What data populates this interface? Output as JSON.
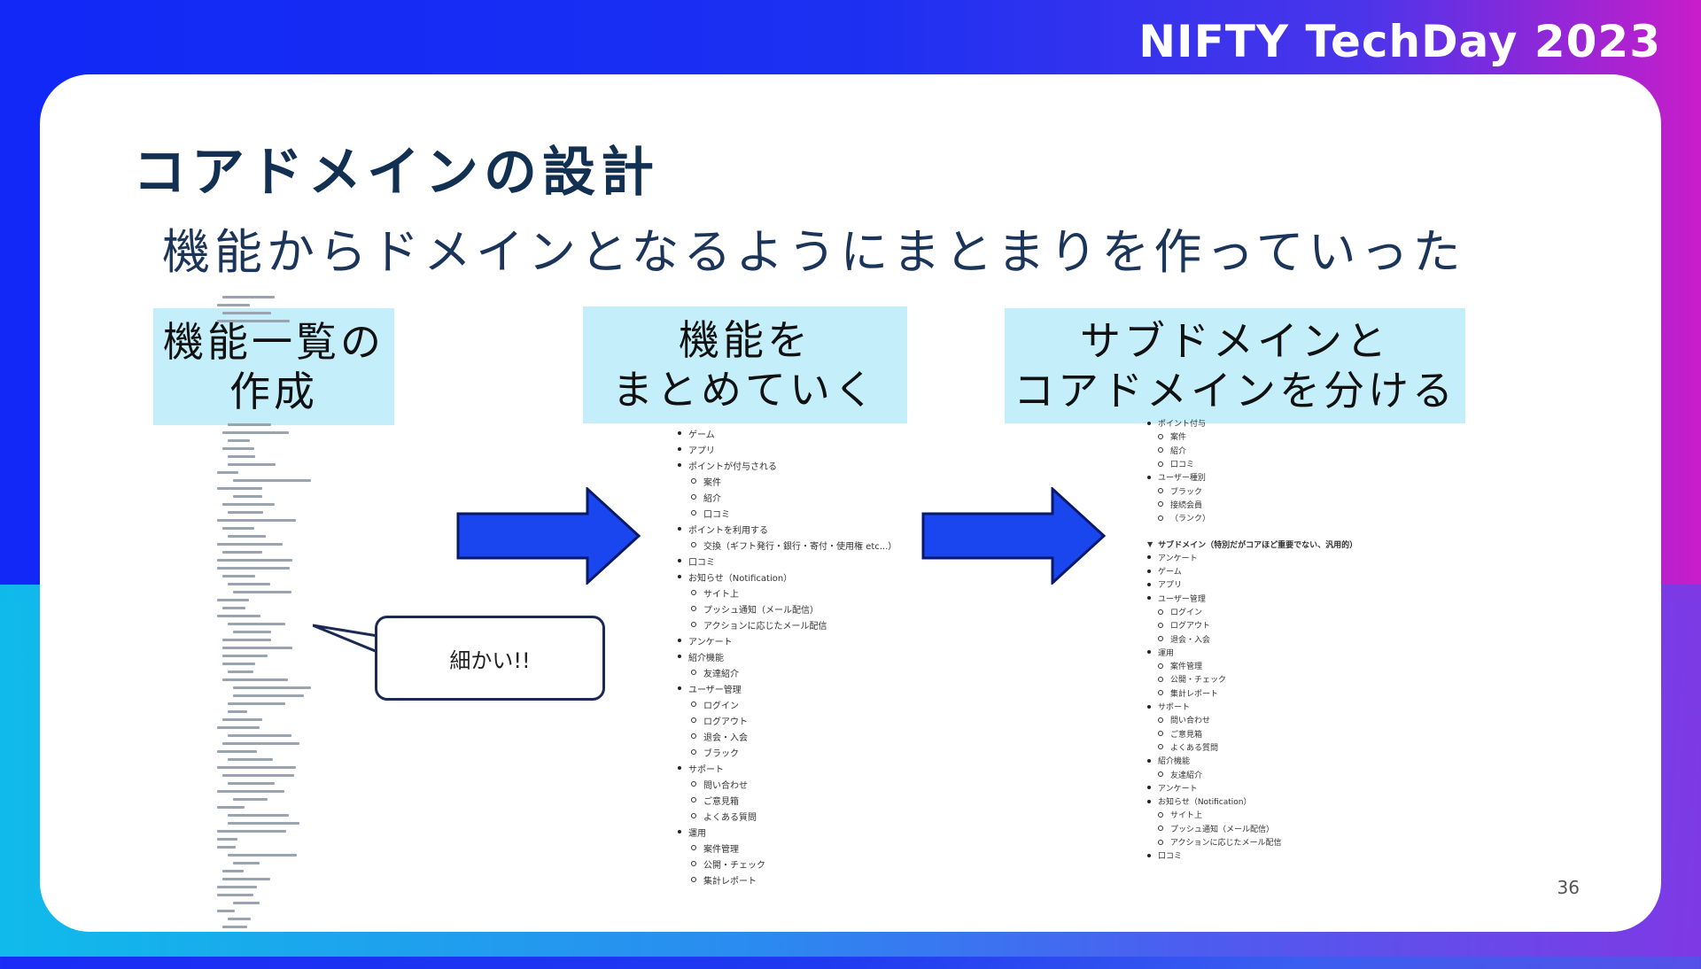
{
  "brand": "NIFTY TechDay 2023",
  "title": "コアドメインの設計",
  "subtitle": "機能からドメインとなるようにまとまりを作っていった",
  "steps": [
    {
      "label": "機能一覧の\n作成"
    },
    {
      "label": "機能を\nまとめていく"
    },
    {
      "label": "サブドメインと\nコアドメインを分ける"
    }
  ],
  "bubble": "細かい!!",
  "page_number": "36",
  "middle_list": [
    {
      "text": "ゲーム",
      "level": 0
    },
    {
      "text": "アプリ",
      "level": 0
    },
    {
      "text": "ポイントが付与される",
      "level": 0
    },
    {
      "text": "案件",
      "level": 1
    },
    {
      "text": "紹介",
      "level": 1
    },
    {
      "text": "口コミ",
      "level": 1
    },
    {
      "text": "ポイントを利用する",
      "level": 0
    },
    {
      "text": "交換（ギフト発行・銀行・寄付・使用権 etc...）",
      "level": 1
    },
    {
      "text": "口コミ",
      "level": 0
    },
    {
      "text": "お知らせ（Notification）",
      "level": 0
    },
    {
      "text": "サイト上",
      "level": 1
    },
    {
      "text": "プッシュ通知（メール配信）",
      "level": 1
    },
    {
      "text": "アクションに応じたメール配信",
      "level": 1
    },
    {
      "text": "アンケート",
      "level": 0
    },
    {
      "text": "紹介機能",
      "level": 0
    },
    {
      "text": "友達紹介",
      "level": 1
    },
    {
      "text": "ユーザー管理",
      "level": 0
    },
    {
      "text": "ログイン",
      "level": 1
    },
    {
      "text": "ログアウト",
      "level": 1
    },
    {
      "text": "退会・入会",
      "level": 1
    },
    {
      "text": "ブラック",
      "level": 1
    },
    {
      "text": "サポート",
      "level": 0
    },
    {
      "text": "問い合わせ",
      "level": 1
    },
    {
      "text": "ご意見箱",
      "level": 1
    },
    {
      "text": "よくある質問",
      "level": 1
    },
    {
      "text": "運用",
      "level": 0
    },
    {
      "text": "案件管理",
      "level": 1
    },
    {
      "text": "公開・チェック",
      "level": 1
    },
    {
      "text": "集計レポート",
      "level": 1
    }
  ],
  "right_list_top": [
    {
      "text": "ポイント付与",
      "level": 0
    },
    {
      "text": "案件",
      "level": 1
    },
    {
      "text": "紹介",
      "level": 1
    },
    {
      "text": "口コミ",
      "level": 1
    },
    {
      "text": "ユーザー種別",
      "level": 0
    },
    {
      "text": "ブラック",
      "level": 1
    },
    {
      "text": "接続会員",
      "level": 1
    },
    {
      "text": "（ランク）",
      "level": 1
    }
  ],
  "right_section_heading": "サブドメイン（特別だがコアほど重要でない、汎用的）",
  "right_list_bottom": [
    {
      "text": "アンケート",
      "level": 0
    },
    {
      "text": "ゲーム",
      "level": 0
    },
    {
      "text": "アプリ",
      "level": 0
    },
    {
      "text": "ユーザー管理",
      "level": 0
    },
    {
      "text": "ログイン",
      "level": 1
    },
    {
      "text": "ログアウト",
      "level": 1
    },
    {
      "text": "退会・入会",
      "level": 1
    },
    {
      "text": "運用",
      "level": 0
    },
    {
      "text": "案件管理",
      "level": 1
    },
    {
      "text": "公開・チェック",
      "level": 1
    },
    {
      "text": "集計レポート",
      "level": 1
    },
    {
      "text": "サポート",
      "level": 0
    },
    {
      "text": "問い合わせ",
      "level": 1
    },
    {
      "text": "ご意見箱",
      "level": 1
    },
    {
      "text": "よくある質問",
      "level": 1
    },
    {
      "text": "紹介機能",
      "level": 0
    },
    {
      "text": "友達紹介",
      "level": 1
    },
    {
      "text": "アンケート",
      "level": 0
    },
    {
      "text": "お知らせ（Notification）",
      "level": 0
    },
    {
      "text": "サイト上",
      "level": 1
    },
    {
      "text": "プッシュ通知（メール配信）",
      "level": 1
    },
    {
      "text": "アクションに応じたメール配信",
      "level": 1
    },
    {
      "text": "口コミ",
      "level": 0
    }
  ],
  "colors": {
    "label_bg": "#c5eefb",
    "arrow_fill": "#1a46f0",
    "title_color": "#123052"
  }
}
